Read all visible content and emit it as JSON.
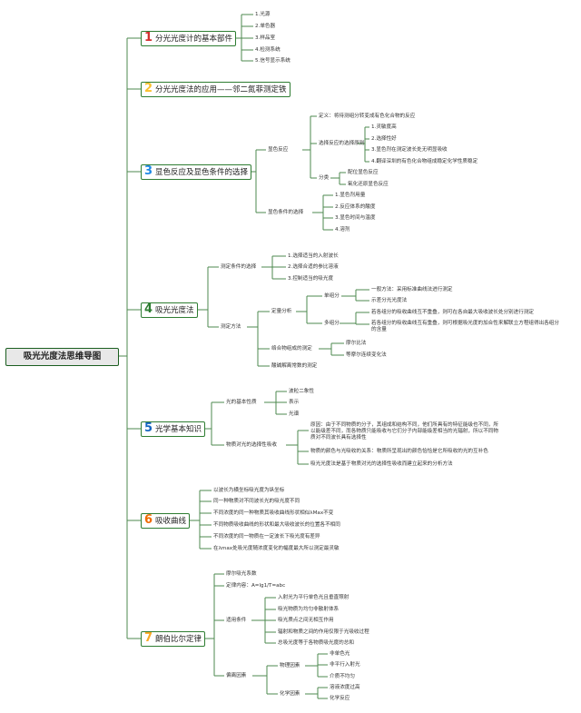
{
  "colors": {
    "line": "#4e8a4f",
    "n1": "#d32f2f",
    "n2": "#fbc02d",
    "n3": "#1e88e5",
    "n4": "#2e7d32",
    "n5": "#1565c0",
    "n6": "#ef6c00",
    "n7": "#f9a825"
  },
  "root": "吸光光度法思维导图",
  "b1": {
    "num": "1",
    "title": "分光光度计的基本部件",
    "items": [
      "1.光源",
      "2.单色器",
      "3.样品室",
      "4.检测系统",
      "5.信号显示系统"
    ]
  },
  "b2": {
    "num": "2",
    "title": "分光光度法的应用——邻二氮菲测定铁"
  },
  "b3": {
    "num": "3",
    "title": "显色反应及显色条件的选择",
    "r1": "显色反应",
    "def": "定义：将待测组分转变成有色化合物的反应",
    "sel": "选择反应的选择原则",
    "sel_items": [
      "1.灵敏度高",
      "2.选择性好",
      "3.显色剂在测定波长处无明显吸收",
      "4.翻译深圳的有色化合物组成稳定化学性质稳定"
    ],
    "cls": "分类",
    "cls_items": [
      "配位显色反应",
      "氧化还原显色反应"
    ],
    "r2": "显色条件的选择",
    "r2_items": [
      "1.显色剂用量",
      "2.反应体系的酸度",
      "3.显色时间与温度",
      "4.溶剂"
    ]
  },
  "b4": {
    "num": "4",
    "title": "吸光光度法",
    "c1": "测定条件的选择",
    "c1_items": [
      "1.选择适当的入射波长",
      "2.选择合适的参比溶液",
      "3.控制适当的吸光度"
    ],
    "c2": "测定方法",
    "q": "定量分析",
    "q1": "单组分",
    "q1_items": [
      "一般方法：采用标准曲线法进行测定",
      "示差分光光度法"
    ],
    "q2": "多组分",
    "q2_items": [
      "若各组分的吸收曲线互不重叠，则可在各自最大吸收波长处分别进行测定",
      "若各组分的吸收曲线互有重叠，则可根据吸光度的加合性来解联立方程组得出各组分的含量"
    ],
    "m": "络合物组成的测定",
    "m_items": [
      "摩尔比法",
      "等摩尔连续变化法"
    ],
    "k": "酸碱解离常数的测定"
  },
  "b5": {
    "num": "5",
    "title": "光学基本知识",
    "l1": "光的基本性质",
    "l1_items": [
      "波粒二象性",
      "表示",
      "光谱"
    ],
    "l2": "物质对光的选择性吸收",
    "l2_items": [
      "原因：由于不同物质的分子，其组成和结构不同，他们所具有的特征能级也不同，所以能级差不同，而各物质只能吸收与它们分子内部能级差相当的光辐射，所以不同物质对不同波长具有选择性",
      "物质的颜色与光吸收的关系：物质所呈现出的颜色恰恰是它所吸收的光的互补色",
      "吸光光度法是基于物质对光的选择性吸收而建立起来的分析方法"
    ]
  },
  "b6": {
    "num": "6",
    "title": "吸收曲线",
    "items": [
      "以波长为横坐标吸光度为纵坐标",
      "同一种物质对不同波长光的吸光度不同",
      "不同浓度的同一种物质其吸收曲线形状相似λMax不变",
      "不同物质吸收曲线的形状和最大吸收波长的位置各不相同",
      "不同浓度的同一物质在一定波长下吸光度有差异",
      "在λmax处吸光度随浓度变化的幅度最大所以测定最灵敏"
    ]
  },
  "b7": {
    "num": "7",
    "title": "朗伯比尔定律",
    "p1": "摩尔吸光系数",
    "p2": "定律内容：A=lg1/T=abc",
    "p3": "适用条件",
    "p3_items": [
      "入射光为平行单色光且垂直照射",
      "吸光物质为均匀非散射体系",
      "吸光质点之间无相互作用",
      "辐射和物质之间的作用仅限于光吸收过程",
      "总吸光度等于各物质吸光度的总和"
    ],
    "p4": "偏离因素",
    "p4a": "物理因素",
    "p4a_items": [
      "非单色光",
      "非平行入射光",
      "介质不均匀"
    ],
    "p4b": "化学因素",
    "p4b_items": [
      "溶液浓度过高",
      "化学反应"
    ]
  }
}
